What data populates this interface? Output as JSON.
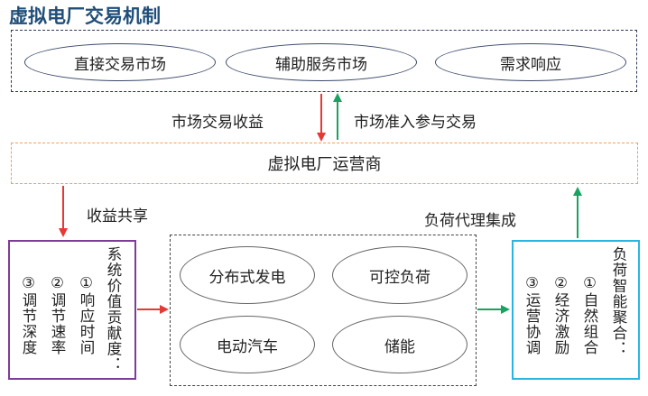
{
  "title": "虚拟电厂交易机制",
  "markets": [
    "直接交易市场",
    "辅助服务市场",
    "需求响应"
  ],
  "arrow_labels": {
    "left_down": "市场交易收益",
    "right_up": "市场准入参与交易",
    "share": "收益共享",
    "aggregate": "负荷代理集成"
  },
  "operator": "虚拟电厂运营商",
  "system_value": {
    "heading": "系统价值贡献度：",
    "items": [
      "①响应时间",
      "②调节速率",
      "③调节深度"
    ]
  },
  "resources": [
    "分布式发电",
    "可控负荷",
    "电动汽车",
    "储能"
  ],
  "load_aggregation": {
    "heading": "负荷智能聚合：",
    "items": [
      "①自然组合",
      "②经济激励",
      "③运营协调"
    ]
  },
  "colors": {
    "red_arrow": "#e53935",
    "green_arrow": "#1aa260",
    "title": "#1f4e79"
  }
}
